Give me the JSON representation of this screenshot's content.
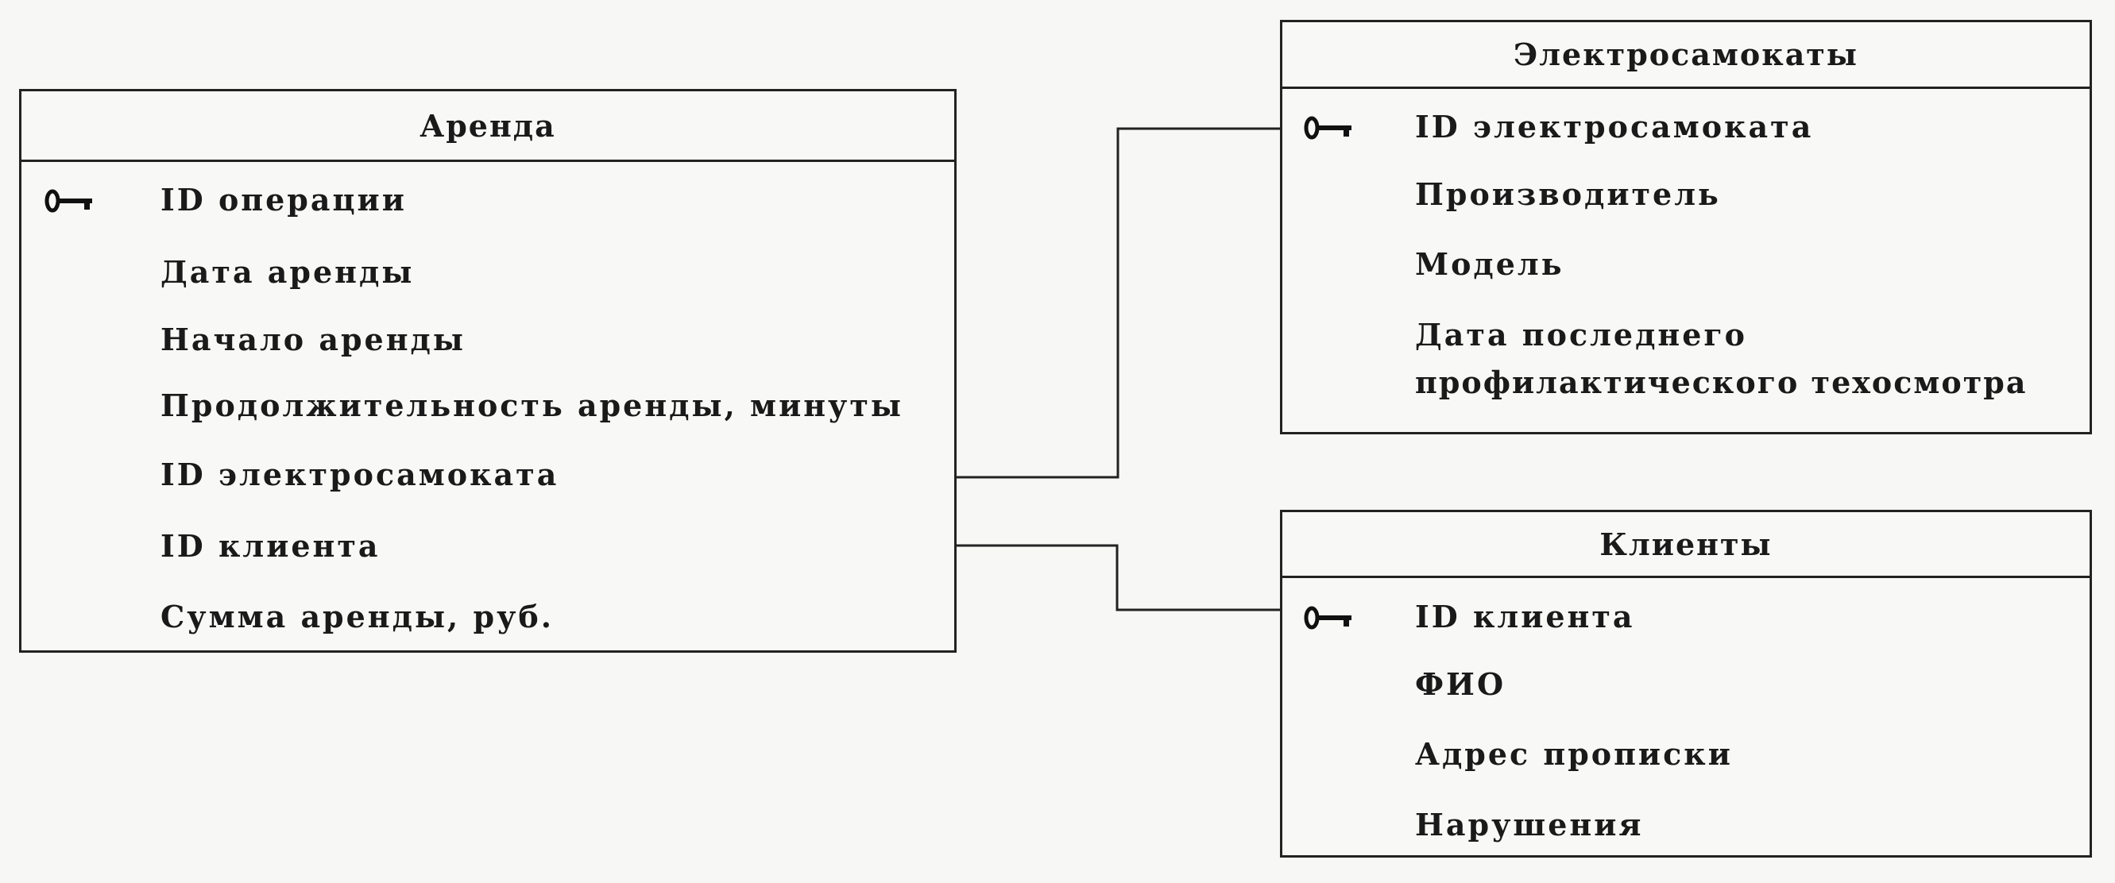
{
  "tables": {
    "rent": {
      "title": "Аренда",
      "fields": [
        "ID операции",
        "Дата аренды",
        "Начало аренды",
        "Продолжительность аренды, минуты",
        "ID электросамоката",
        "ID клиента",
        "Сумма аренды, руб."
      ],
      "primary_key": "ID операции"
    },
    "scooters": {
      "title": "Электросамокаты",
      "fields": [
        "ID электросамоката",
        "Производитель",
        "Модель",
        "Дата последнего",
        "профилактического техосмотра"
      ],
      "primary_key": "ID электросамоката"
    },
    "clients": {
      "title": "Клиенты",
      "fields": [
        "ID клиента",
        "ФИО",
        "Адрес прописки",
        "Нарушения"
      ],
      "primary_key": "ID клиента"
    }
  },
  "relations": [
    {
      "from": "Аренда.ID электросамоката",
      "to": "Электросамокаты.ID электросамоката"
    },
    {
      "from": "Аренда.ID клиента",
      "to": "Клиенты.ID клиента"
    }
  ]
}
